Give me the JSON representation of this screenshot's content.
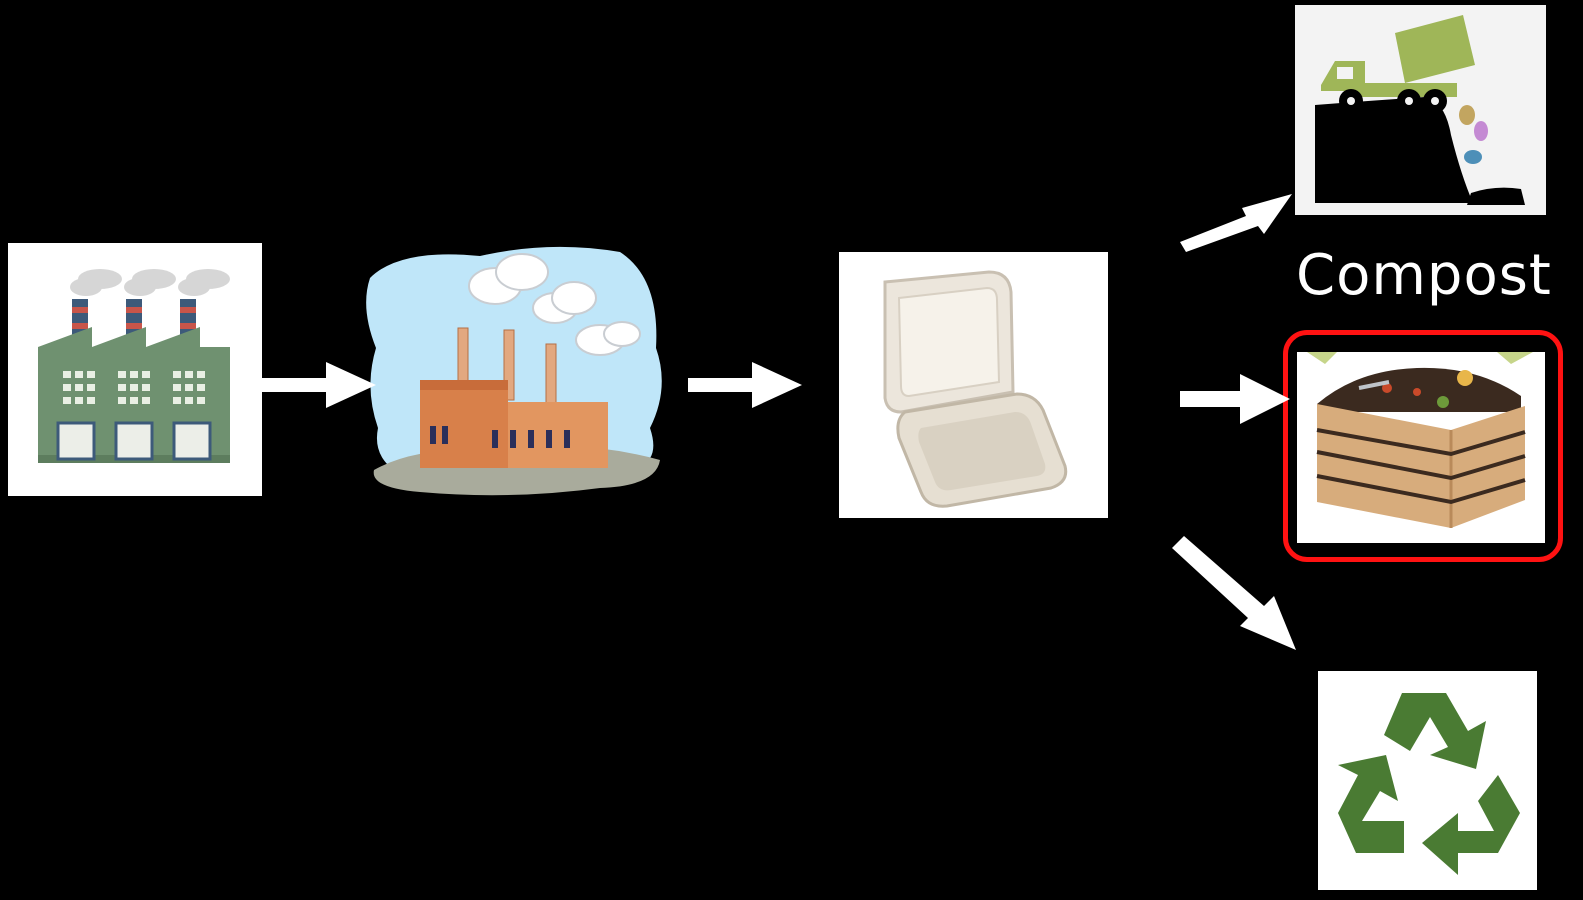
{
  "diagram": {
    "compost_label": "Compost",
    "colors": {
      "background": "#000000",
      "arrow": "#ffffff",
      "highlight": "#ff1212",
      "factory_green": "#6f9170",
      "factory_orange": "#d8804a",
      "sky": "#bfe6f9",
      "container": "#ece6dc",
      "truck": "#9fb658",
      "crate": "#d7ac7c",
      "recycle_green": "#4a7b33"
    },
    "nodes": [
      {
        "id": "factory",
        "icon": "factory-icon"
      },
      {
        "id": "factory-pollution",
        "icon": "polluting-factory-icon"
      },
      {
        "id": "food-container",
        "icon": "clamshell-container-icon"
      },
      {
        "id": "landfill",
        "icon": "landfill-truck-icon"
      },
      {
        "id": "compost",
        "icon": "compost-bin-icon"
      },
      {
        "id": "recycle",
        "icon": "recycle-icon"
      }
    ],
    "edges": [
      {
        "from": "factory",
        "to": "factory-pollution"
      },
      {
        "from": "factory-pollution",
        "to": "food-container"
      },
      {
        "from": "food-container",
        "to": "landfill"
      },
      {
        "from": "food-container",
        "to": "compost"
      },
      {
        "from": "food-container",
        "to": "recycle"
      }
    ]
  }
}
